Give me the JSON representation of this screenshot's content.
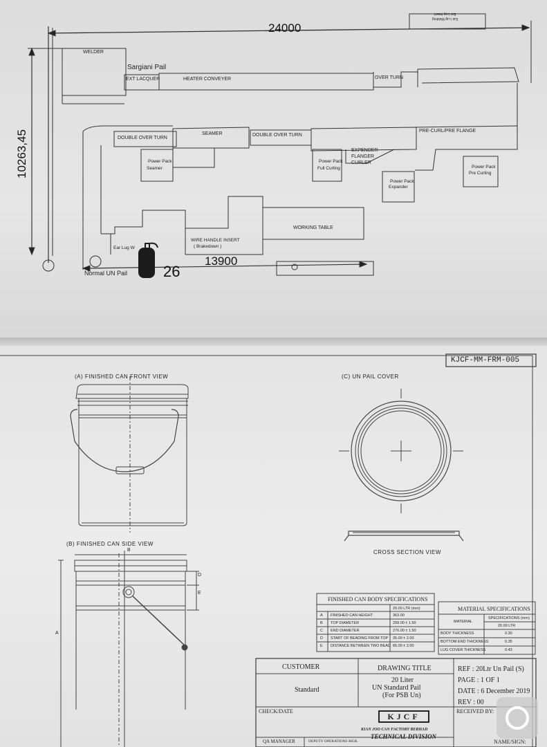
{
  "layout_sheet": {
    "dims": {
      "length": "24000",
      "width": "10263,45",
      "partial": "13900",
      "label_26": "26"
    },
    "labels": {
      "welder": "WELDER",
      "sargiani": "Sargiani Pail",
      "ext_lacquer": "EXT LACQUER",
      "heater_conveyer": "HEATER CONVEYER",
      "over_turn": "OVER TURN",
      "double_over_turn_1": "DOUBLE OVER TURN",
      "seamer": "SEAMER",
      "double_over_turn_2": "DOUBLE OVER TURN",
      "expender": [
        "EXPENDER",
        "FLANGER",
        "CURLER"
      ],
      "pre_curl": "PRE-CURL/PRE FLANGE",
      "pp_seamer": [
        "Power Pack",
        "Seamer"
      ],
      "pp_full_curling": [
        "Power Pack",
        "Full Curling"
      ],
      "pp_expander": [
        "Power Pack",
        "Expander"
      ],
      "pp_pre_curling": [
        "Power Pack",
        "Pre Curling"
      ],
      "ear_lug": "Ear Lug W",
      "wire_handle": [
        "WIRE HANDLE INSERT",
        "( Brakedown )"
      ],
      "working_table": "WORKING TABLE",
      "normal_un_pail": "Normal UN Pail",
      "ear_lug_welding": [
        "Ear Lug Welding",
        "Ear Lug Insert"
      ]
    }
  },
  "drawing_sheet": {
    "form_no": "KJCF-MM-FRM-005",
    "view_a": "(A) FINISHED CAN FRONT VIEW",
    "view_b": "(B) FINISHED CAN SIDE VIEW",
    "view_c": "(C) UN PAIL COVER",
    "cross_section": "CROSS SECTION VIEW",
    "dim_letters": {
      "a": "A",
      "b": "B",
      "d": "D",
      "e": "E"
    },
    "body_spec": {
      "title": "FINISHED CAN BODY SPECIFICATIONS",
      "header": "20.00 LTR (mm)",
      "rows": [
        {
          "code": "A",
          "name": "FINISHED CAN HEIGHT",
          "value": "363.00"
        },
        {
          "code": "B",
          "name": "TOP DIAMETER",
          "value": "299.00 ± 1.50"
        },
        {
          "code": "C",
          "name": "END DIAMETER",
          "value": "276.00 ± 1.50"
        },
        {
          "code": "D",
          "name": "START OF BEADING FROM TOP",
          "value": "35.00 ± 2.00"
        },
        {
          "code": "E",
          "name": "DISTANCE BETWEEN TWO BEAD",
          "value": "65.00 ± 2.00"
        }
      ]
    },
    "material_spec": {
      "title": "MATERIAL SPECIFICATIONS",
      "col_material": "MATERIAL",
      "col_spec": [
        "SPECIFICATIONS (mm)",
        "20.00 LTR"
      ],
      "rows": [
        {
          "name": "BODY THICKNESS",
          "value": "0.30"
        },
        {
          "name": "BOTTOM END THICKNESS",
          "value": "0.35"
        },
        {
          "name": "LUG COVER THICKNESS",
          "value": "0.43"
        }
      ]
    },
    "title_block": {
      "customer_label": "CUSTOMER",
      "customer_value": "Standard",
      "drawing_title_label": "DRAWING TITLE",
      "drawing_title_value": [
        "20 Liter",
        "UN Standard Pail",
        "(For PSB Un)"
      ],
      "ref": "REF : 20Ltr Un Pail (S)",
      "page": "PAGE : 1 OF 1",
      "date": "DATE : 6 December 2019",
      "rev": "REV : 00",
      "check_date": "CHECK/DATE",
      "received_by": "RECEIVED BY:",
      "logo": "KJCF",
      "company": "KIAN JOO CAN FACTORY BERHAD",
      "division": "TECHNICAL DIVISION",
      "qa_manager": "QA MANAGER",
      "deputy": "DEPUTY OPERATIONS MGR.",
      "name_sign": "NAME/SIGN:"
    }
  }
}
